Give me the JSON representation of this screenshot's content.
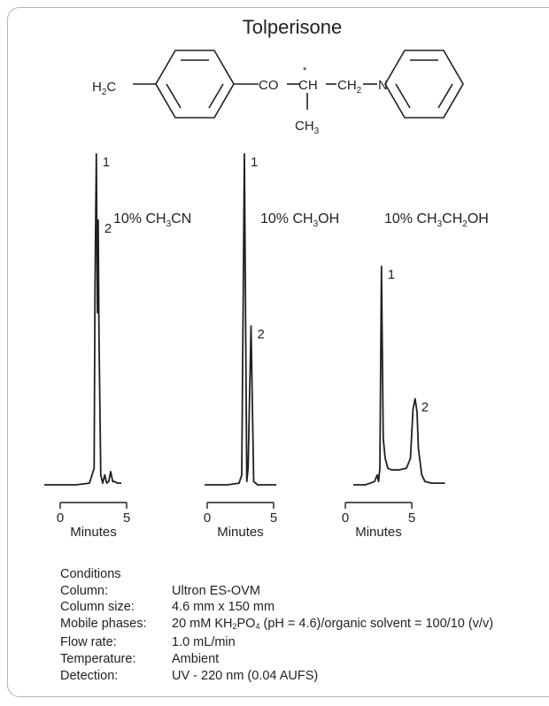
{
  "title": "Tolperisone",
  "structure": {
    "h2c": [
      "H",
      "2",
      "C"
    ],
    "co": "CO",
    "ch": "CH",
    "star": "*",
    "ch2": [
      "CH",
      "2"
    ],
    "n": "N",
    "ch3": [
      "CH",
      "3"
    ]
  },
  "chart_data": [
    {
      "type": "line",
      "annotation": [
        "10% CH",
        "3",
        "CN"
      ],
      "xlabel": "Minutes",
      "xlim": [
        0,
        5
      ],
      "xticks": [
        "0",
        "5"
      ],
      "ylim": [
        0,
        100
      ],
      "x": [
        -1.2,
        1.2,
        2.2,
        2.55,
        2.62,
        2.72,
        2.8,
        2.86,
        2.92,
        3.05,
        3.2,
        3.35,
        3.5,
        3.65,
        3.8,
        3.95,
        4.1,
        4.3,
        4.6
      ],
      "y": [
        0,
        0,
        0.5,
        5,
        60,
        100,
        52,
        80,
        45,
        3,
        0.5,
        3,
        0.5,
        1,
        4,
        1,
        1,
        0.5,
        0.5
      ],
      "peaks": [
        {
          "label": "1",
          "x": 2.72,
          "y": 100
        },
        {
          "label": "2",
          "x": 2.86,
          "y": 80
        }
      ]
    },
    {
      "type": "line",
      "annotation": [
        "10% CH",
        "3",
        "OH"
      ],
      "xlabel": "Minutes",
      "xlim": [
        0,
        5
      ],
      "xticks": [
        "0",
        "5"
      ],
      "ylim": [
        0,
        100
      ],
      "x": [
        -0.2,
        1.5,
        2.4,
        2.6,
        2.8,
        2.98,
        3.08,
        3.3,
        3.5,
        3.8,
        5.2
      ],
      "y": [
        0,
        0,
        0.5,
        3,
        100,
        1,
        5,
        48,
        1,
        0,
        0
      ],
      "peaks": [
        {
          "label": "1",
          "x": 2.8,
          "y": 100
        },
        {
          "label": "2",
          "x": 3.3,
          "y": 48
        }
      ]
    },
    {
      "type": "line",
      "annotation": [
        "10% CH",
        "3",
        "CH",
        "2",
        "OH"
      ],
      "xlabel": "Minutes",
      "xlim": [
        0,
        5
      ],
      "xticks": [
        "0",
        "5"
      ],
      "ylim": [
        0,
        100
      ],
      "x": [
        0.6,
        1.5,
        2.2,
        2.4,
        2.5,
        2.6,
        2.72,
        2.85,
        3.0,
        3.2,
        3.5,
        4.0,
        4.6,
        4.9,
        5.1,
        5.25,
        5.4,
        5.5,
        5.75,
        6.0,
        6.5,
        7.5
      ],
      "y": [
        0,
        0,
        1,
        3,
        1,
        5,
        66,
        14,
        8,
        5,
        4.5,
        4.5,
        5,
        8,
        23,
        26,
        22,
        11,
        3,
        1,
        0.5,
        0.5
      ],
      "peaks": [
        {
          "label": "1",
          "x": 2.72,
          "y": 66
        },
        {
          "label": "2",
          "x": 5.25,
          "y": 26
        }
      ]
    }
  ],
  "conditions": {
    "heading": "Conditions",
    "rows": [
      {
        "label": "Column:",
        "value": "Ultron ES-OVM"
      },
      {
        "label": "Column size:",
        "value": "4.6 mm x 150 mm"
      },
      {
        "label": "Mobile phases:",
        "value_parts": [
          "20 mM KH",
          "2",
          "PO",
          "4",
          " (pH = 4.6)/organic solvent = 100/10 (v/v)"
        ]
      },
      {
        "label": "Flow rate:",
        "value": "1.0 mL/min"
      },
      {
        "label": "Temperature:",
        "value": "Ambient"
      },
      {
        "label": "Detection:",
        "value": "UV - 220 nm (0.04 AUFS)"
      }
    ]
  }
}
